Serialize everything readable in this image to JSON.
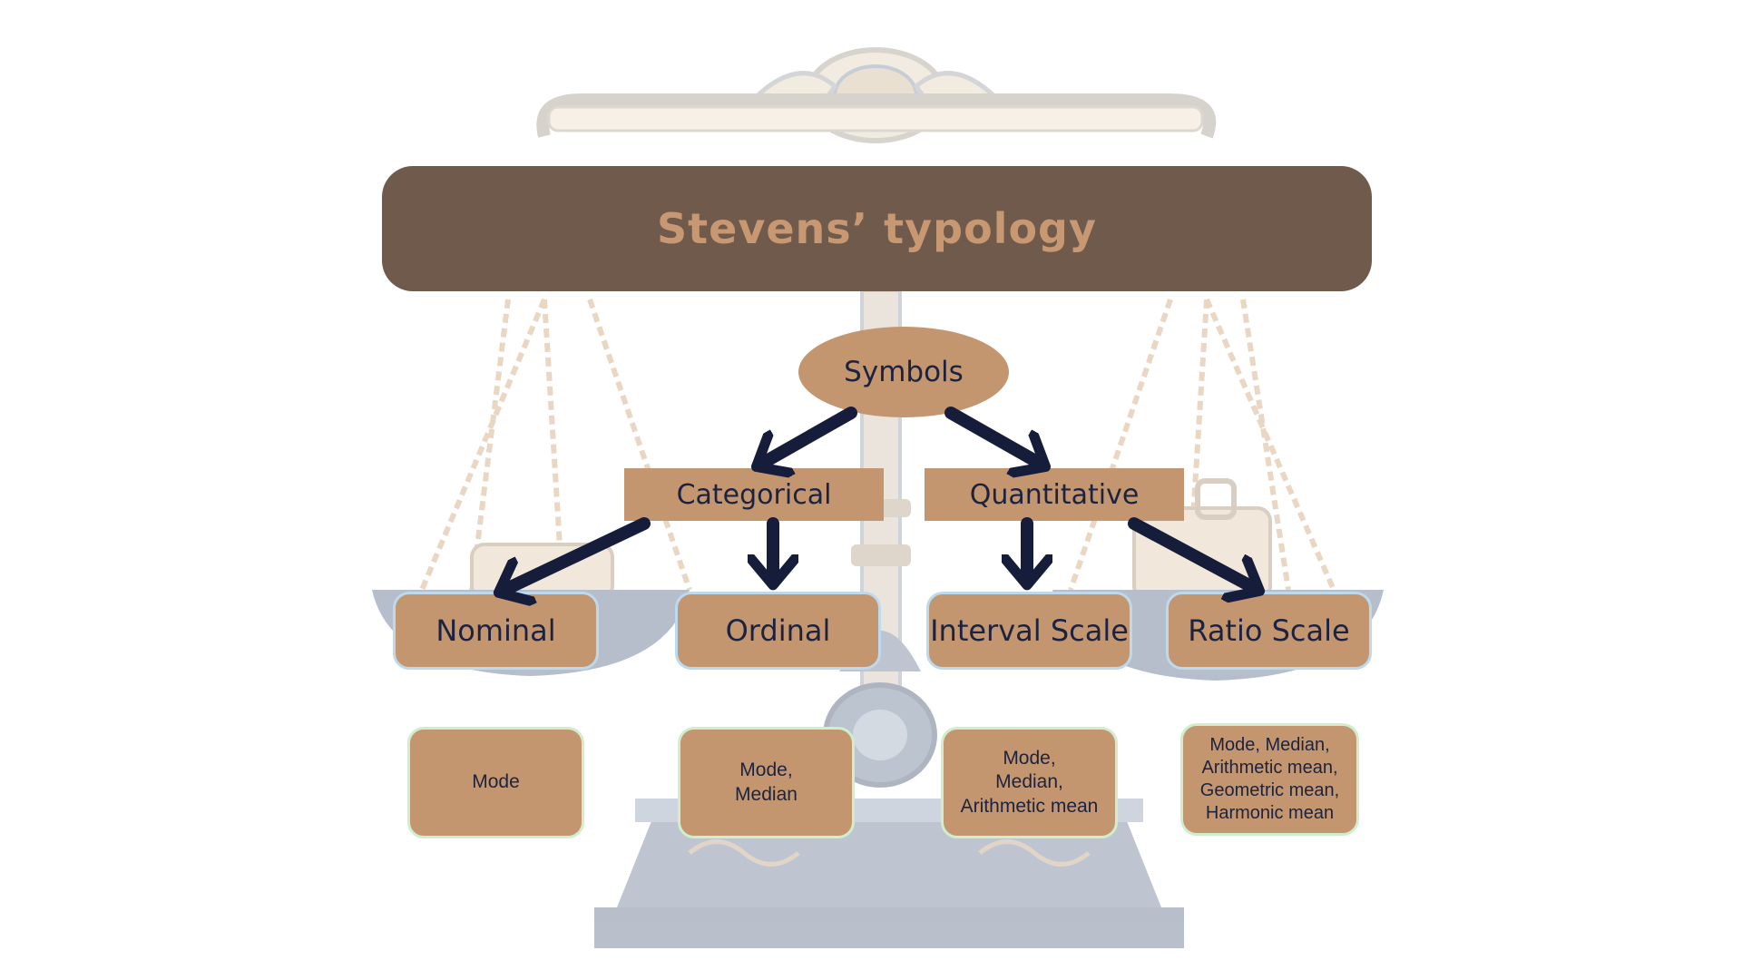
{
  "title": "Stevens’ typology",
  "root": {
    "label": "Symbols"
  },
  "categories": [
    {
      "label": "Categorical"
    },
    {
      "label": "Quantitative"
    }
  ],
  "levels": [
    {
      "label": "Nominal",
      "statistics": "Mode"
    },
    {
      "label": "Ordinal",
      "statistics": "Mode,\nMedian"
    },
    {
      "label": "Interval Scale",
      "statistics": "Mode,\nMedian,\nArithmetic mean"
    },
    {
      "label": "Ratio Scale",
      "statistics": "Mode, Median,\nArithmetic mean,\nGeometric mean,\nHarmonic mean"
    }
  ],
  "colors": {
    "title_fill": "#6f5a4b",
    "title_text": "#c79872",
    "node_fill": "#c4966f",
    "text_dark": "#1c2340",
    "arrow": "#151d3a",
    "level_border": "#bcd9ee",
    "stat_border": "#cfeecb",
    "background_scale": "#a8b4c8"
  },
  "background": {
    "image": "balance-scale-illustration"
  }
}
